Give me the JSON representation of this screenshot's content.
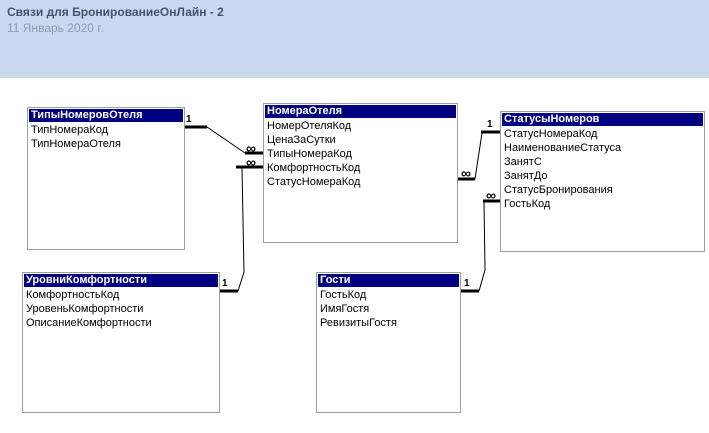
{
  "header": {
    "title": "Связи для БронированиеОнЛайн - 2",
    "date": "11 Январь 2020 г."
  },
  "colors": {
    "banner_bg": "#c9d9ef",
    "table_header_bg": "#000080",
    "table_header_text": "#ffffff",
    "title_text": "#44546a",
    "date_text": "#8d9cb0",
    "table_border": "#9e9e9e",
    "line_color": "#000000"
  },
  "tables": [
    {
      "name": "ТипыНомеровОтеля",
      "fields": [
        "ТипНомераКод",
        "ТипНомераОтеля"
      ]
    },
    {
      "name": "НомераОтеля",
      "fields": [
        "НомерОтеляКод",
        "ЦенаЗаСутки",
        "ТипыНомераКод",
        "КомфортностьКод",
        "СтатусНомераКод"
      ]
    },
    {
      "name": "СтатусыНомеров",
      "fields": [
        "СтатусНомераКод",
        "НаименованиеСтатуса",
        "ЗанятС",
        "ЗанятДо",
        "СтатусБронирования",
        "ГостьКод"
      ]
    },
    {
      "name": "УровниКомфортности",
      "fields": [
        "КомфортностьКод",
        "УровеньКомфортности",
        "ОписаниеКомфортности"
      ]
    },
    {
      "name": "Гости",
      "fields": [
        "ГостьКод",
        "ИмяГостя",
        "РевизитыГостя"
      ]
    }
  ],
  "relationships": [
    {
      "one_table": "ТипыНомеровОтеля",
      "one_field": "ТипНомераКод",
      "many_table": "НомераОтеля",
      "many_field": "ТипыНомераКод",
      "one_label": "1",
      "many_label": "∞"
    },
    {
      "one_table": "УровниКомфортности",
      "one_field": "КомфортностьКод",
      "many_table": "НомераОтеля",
      "many_field": "КомфортностьКод",
      "one_label": "1",
      "many_label": "∞"
    },
    {
      "one_table": "СтатусыНомеров",
      "one_field": "СтатусНомераКод",
      "many_table": "НомераОтеля",
      "many_field": "СтатусНомераКод",
      "one_label": "1",
      "many_label": "∞"
    },
    {
      "one_table": "Гости",
      "one_field": "ГостьКод",
      "many_table": "СтатусыНомеров",
      "many_field": "ГостьКод",
      "one_label": "1",
      "many_label": "∞"
    }
  ]
}
